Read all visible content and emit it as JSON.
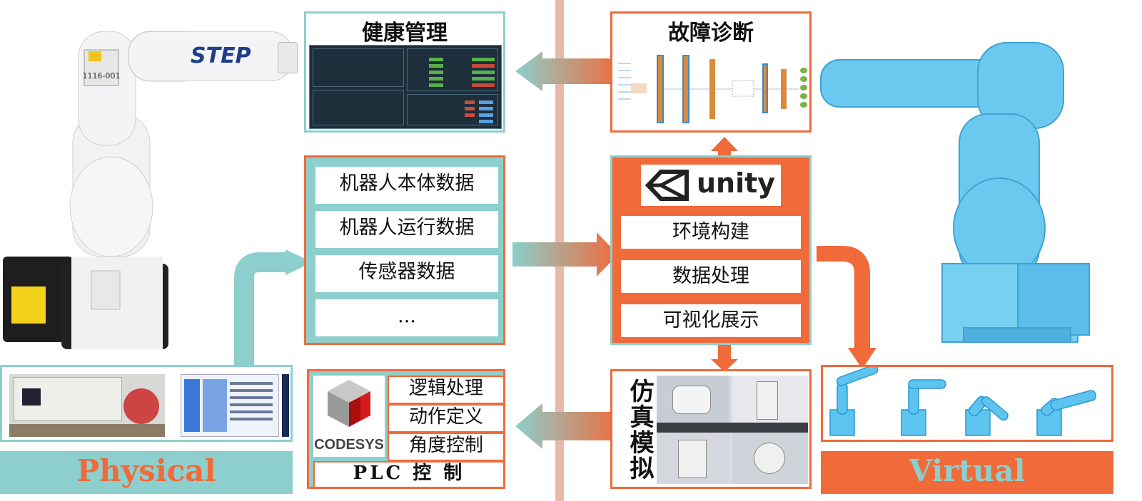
{
  "health": {
    "title": "健康管理"
  },
  "fault": {
    "title": "故障诊断"
  },
  "robot_physical": {
    "arm_brand": "STEP",
    "sticker_text": "1116-001"
  },
  "data_list": {
    "items": [
      "机器人本体数据",
      "机器人运行数据",
      "传感器数据",
      "..."
    ]
  },
  "unity_panel": {
    "logo_text": "unity",
    "items": [
      "环境构建",
      "数据处理",
      "可视化展示"
    ]
  },
  "plc_panel": {
    "logo_text": "CODESYS",
    "items": [
      "逻辑处理",
      "动作定义",
      "角度控制"
    ],
    "bottom": "PLC 控 制"
  },
  "simulation": {
    "title": "仿真模拟"
  },
  "labels": {
    "physical": "Physical",
    "virtual": "Virtual"
  },
  "colors": {
    "teal": "#8ccfcc",
    "orange": "#f06a3a",
    "label_text": "#f06a3a",
    "virtual_text": "#8ccfcc",
    "divider": "#e8b8a8"
  }
}
